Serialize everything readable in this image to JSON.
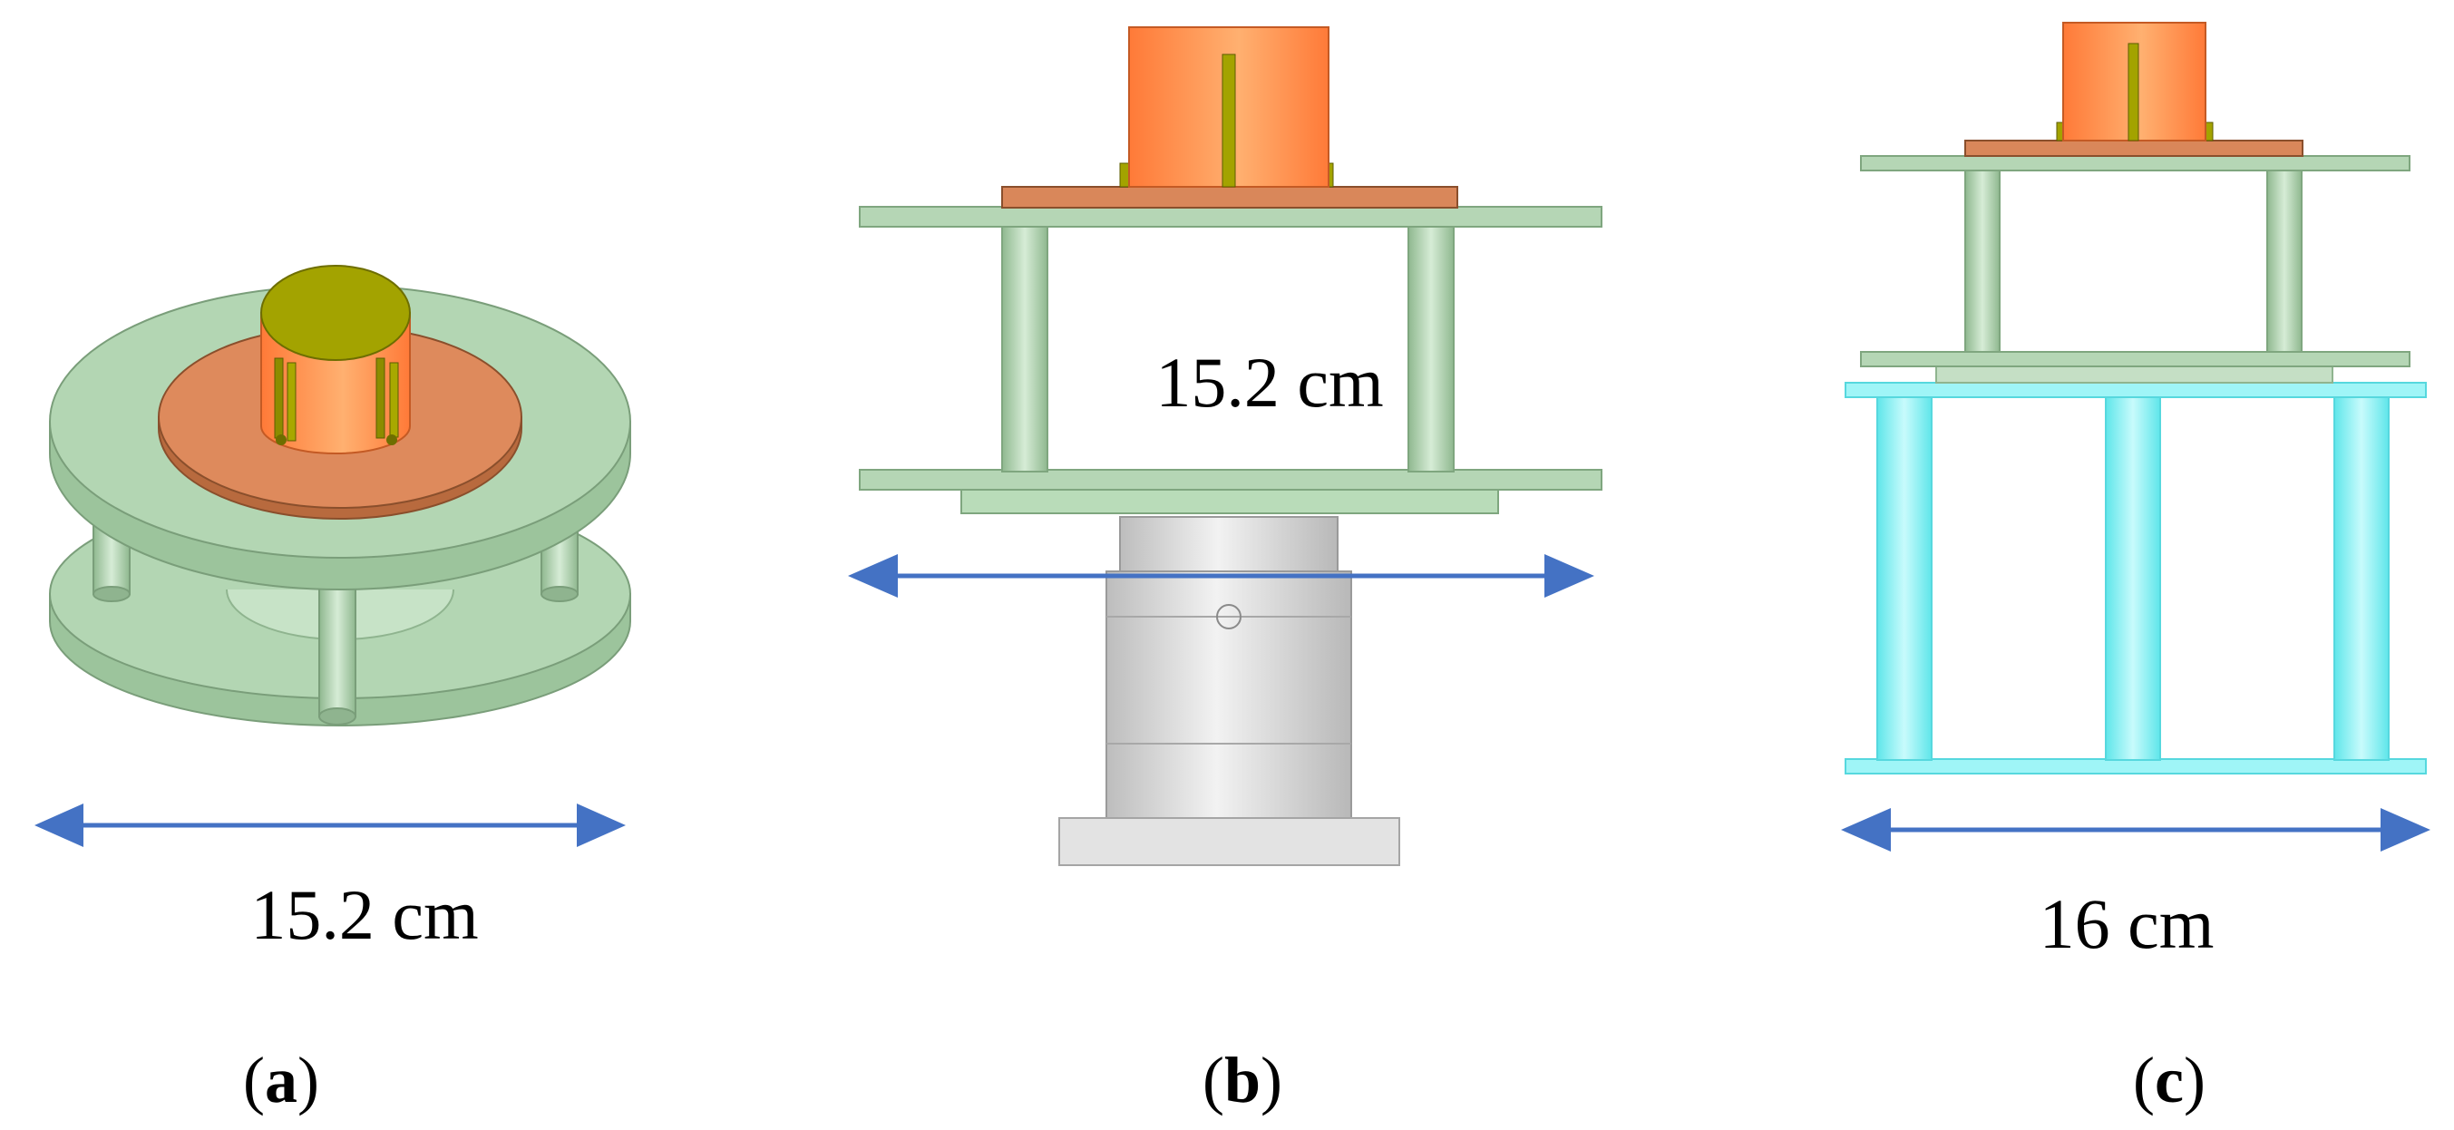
{
  "panels": [
    {
      "id": "a",
      "caption_open": "(",
      "caption_letter": "a",
      "caption_close": ")",
      "dimension_label": "15.2 cm"
    },
    {
      "id": "b",
      "caption_open": "(",
      "caption_letter": "b",
      "caption_close": ")",
      "dimension_label": "15.2 cm"
    },
    {
      "id": "c",
      "caption_open": "(",
      "caption_letter": "c",
      "caption_close": ")",
      "dimension_label": "16 cm"
    }
  ],
  "colors": {
    "plate_green": "#b5d6b5",
    "plate_green_dark": "#8fb48f",
    "copper": "#d9875a",
    "copper_dark": "#b56a40",
    "orange": "#ff8040",
    "olive": "#a3a300",
    "cyan": "#7ff2f2",
    "gray": "#d7d7d7",
    "arrow_blue": "#4472c4"
  }
}
